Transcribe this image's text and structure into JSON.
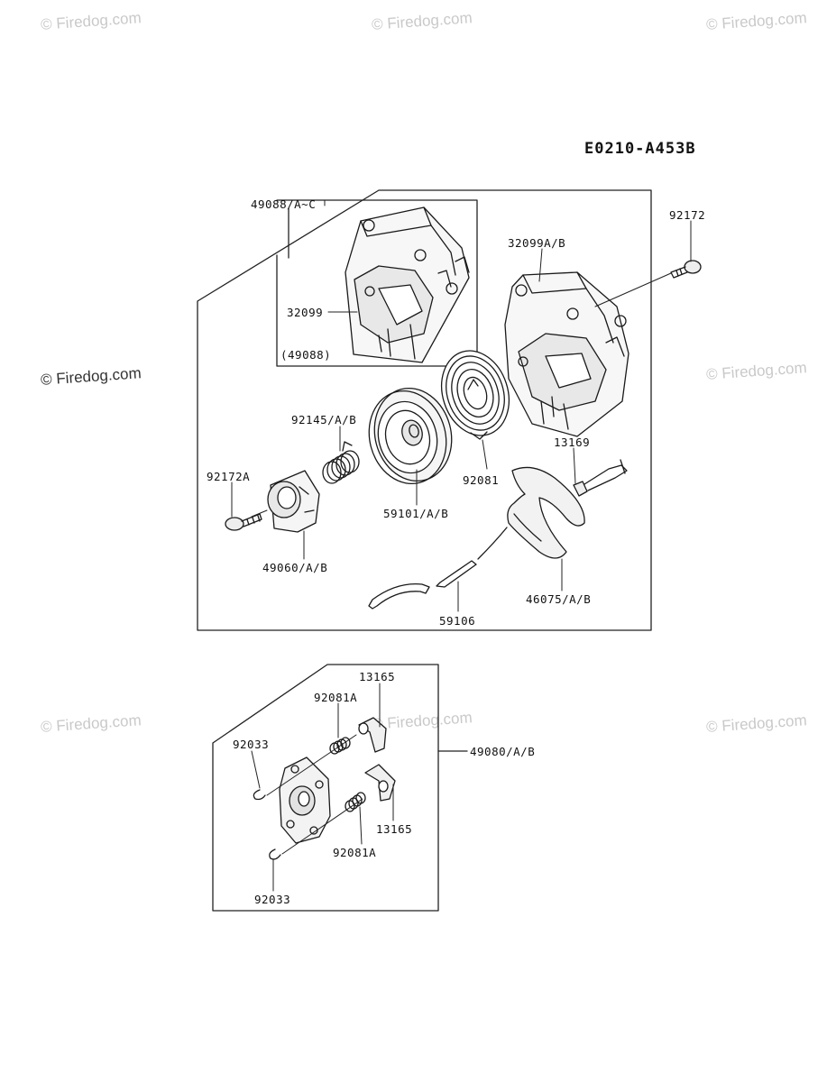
{
  "diagram_code": "E0210-A453B",
  "watermark": "© Firedog.com",
  "labels": {
    "p49088_ac": "49088/A~C",
    "p32099": "32099",
    "p49088_paren": "(49088)",
    "p32099ab": "32099A/B",
    "p92172": "92172",
    "p92145ab": "92145/A/B",
    "p92172a": "92172A",
    "p49060ab": "49060/A/B",
    "p59101ab": "59101/A/B",
    "p92081": "92081",
    "p13169": "13169",
    "p46075ab": "46075/A/B",
    "p59106": "59106",
    "p13165_top": "13165",
    "p92081a_top": "92081A",
    "p92033_top": "92033",
    "p49080ab": "49080/A/B",
    "p13165_bottom": "13165",
    "p92081a_bottom": "92081A",
    "p92033_bottom": "92033"
  }
}
